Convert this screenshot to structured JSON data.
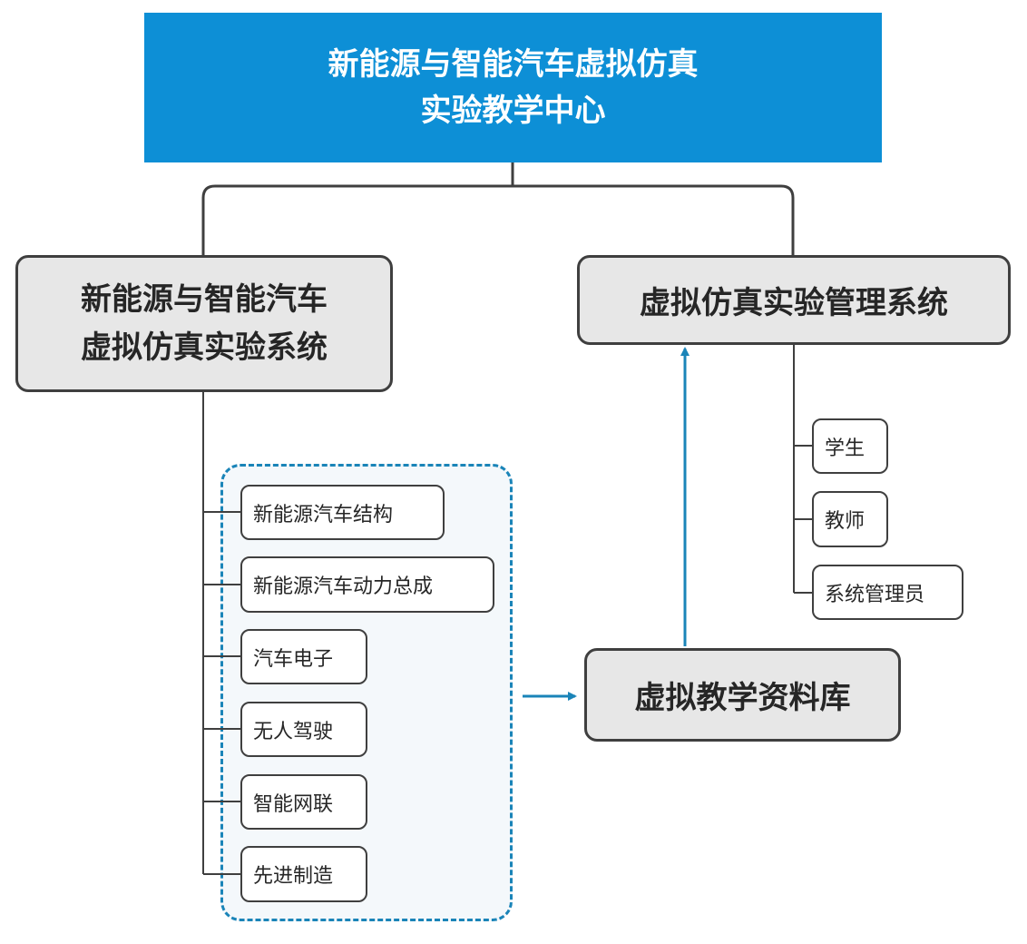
{
  "root": {
    "line1": "新能源与智能汽车虚拟仿真",
    "line2": "实验教学中心"
  },
  "left_system": {
    "line1": "新能源与智能汽车",
    "line2": "虚拟仿真实验系统"
  },
  "management_system": {
    "label": "虚拟仿真实验管理系统"
  },
  "library": {
    "label": "虚拟教学资料库"
  },
  "modules": [
    {
      "label": "新能源汽车结构"
    },
    {
      "label": "新能源汽车动力总成"
    },
    {
      "label": "汽车电子"
    },
    {
      "label": "无人驾驶"
    },
    {
      "label": "智能网联"
    },
    {
      "label": "先进制造"
    }
  ],
  "roles": [
    {
      "label": "学生"
    },
    {
      "label": "教师"
    },
    {
      "label": "系统管理员"
    }
  ],
  "colors": {
    "header_blue": "#0d8fd6",
    "arrow_blue": "#1a84b8",
    "box_gray": "#e7e7e7",
    "border_dark": "#3f3f3f"
  }
}
